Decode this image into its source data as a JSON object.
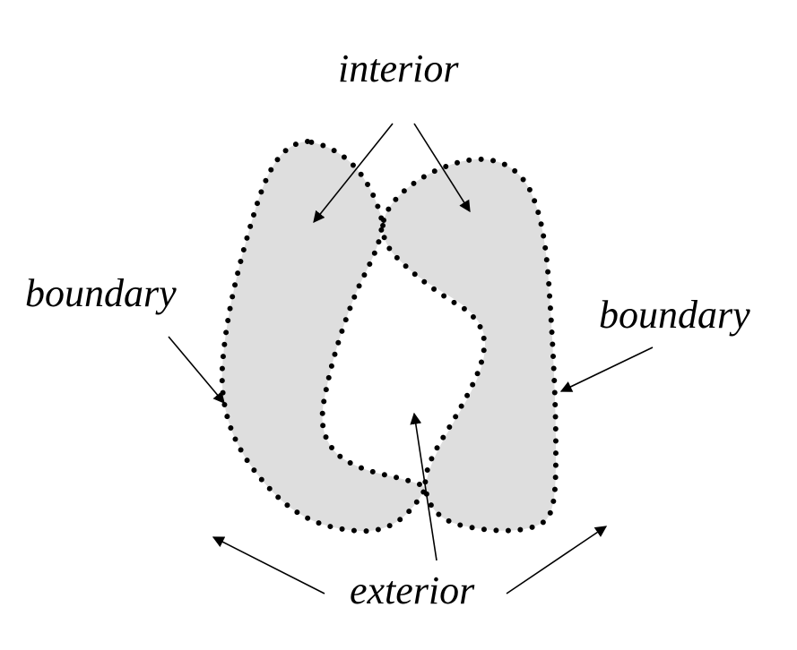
{
  "labels": {
    "interior": "interior",
    "boundary_left": "boundary",
    "boundary_right": "boundary",
    "exterior": "exterior"
  },
  "colors": {
    "region_fill": "#dedede",
    "boundary_dots": "#000000",
    "arrows": "#000000",
    "background": "#ffffff"
  }
}
